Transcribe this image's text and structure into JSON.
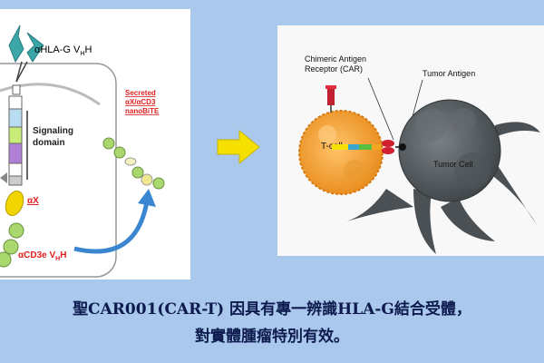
{
  "left_panel": {
    "antibody_label_main": "αHLA-G V",
    "antibody_label_sub1": "H",
    "antibody_label_end": "H",
    "signaling_label": "Signaling\ndomain",
    "alpha_x_label": "αX",
    "cd3e_label_main": "αCD3e V",
    "cd3e_label_sub1": "H",
    "cd3e_label_end": "H",
    "secreted_label": "Secreted\nαX/αCD3\nnanoBiTE"
  },
  "right_panel": {
    "car_label": "Chimeric Antigen\nReceptor (CAR)",
    "tumor_antigen_label": "Tumor Antigen",
    "tcell_label": "T-cell",
    "tumor_cell_label": "Tumor Cell"
  },
  "caption": {
    "line1": "聖CAR001(CAR-T) 因具有專一辨識HLA-G結合受體，",
    "line2": "對實體腫瘤特別有效。"
  },
  "colors": {
    "background": "#a9c8ec",
    "arrow_yellow": "#f5e000",
    "label_red": "#e02020",
    "caption_navy": "#0d1a4d",
    "tcell_orange": "#f5a623",
    "tumor_gray": "#5c6266"
  }
}
